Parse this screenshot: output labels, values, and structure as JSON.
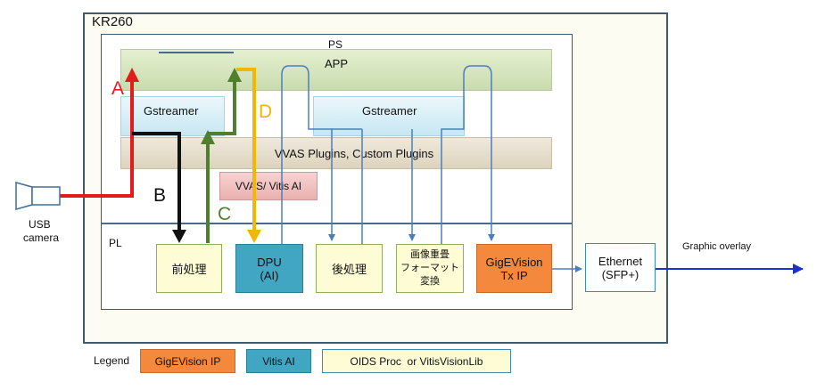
{
  "board_label": "KR260",
  "ps_label": "PS",
  "pl_label": "PL",
  "app_label": "APP",
  "gstreamer_left": "Gstreamer",
  "gstreamer_right": "Gstreamer",
  "plugins_label": "VVAS Plugins, Custom Plugins",
  "vitis_box_label": "VVAS/ Vitis AI",
  "camera_label_line1": "USB",
  "camera_label_line2": "camera",
  "pl_blocks": {
    "preprocess": "前処理",
    "dpu_line1": "DPU",
    "dpu_line2": "(AI)",
    "postprocess": "後処理",
    "overlay_line1": "画像重畳",
    "overlay_line2": "フォーマット",
    "overlay_line3": "変換",
    "gige_line1": "GigEVision",
    "gige_line2": "Tx IP"
  },
  "ethernet_line1": "Ethernet",
  "ethernet_line2": "(SFP+)",
  "output_label": "Graphic overlay",
  "path_labels": {
    "a": "A",
    "b": "B",
    "c": "C",
    "d": "D"
  },
  "legend": {
    "title": "Legend",
    "gige": "GigEVision IP",
    "vitis": "Vitis AI",
    "oids": "OIDS Proc  or VitisVisionLib"
  },
  "colors": {
    "path_a": "#e31b1b",
    "path_b": "#111111",
    "path_c": "#4f7f2e",
    "path_d": "#f2b705",
    "flow": "#4a7fbf",
    "output": "#1d2fd6",
    "gige_fill": "#f4893e",
    "dpu_fill": "#41a6c1",
    "oids_fill": "#fdfcd5"
  }
}
